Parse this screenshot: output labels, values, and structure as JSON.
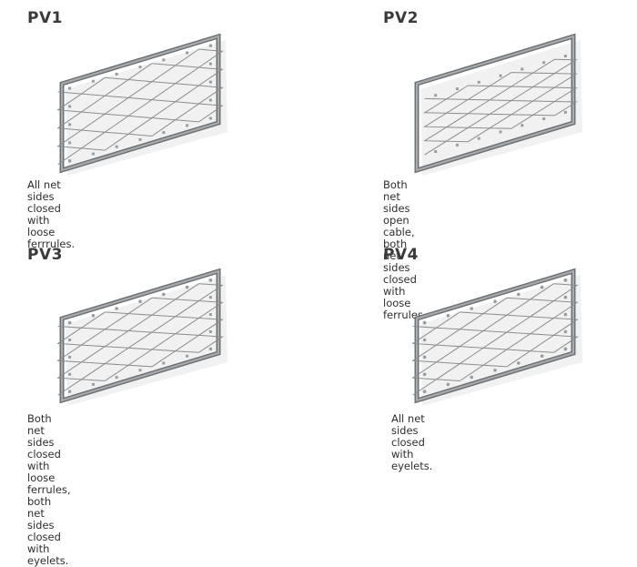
{
  "panels": [
    {
      "title": "PV1",
      "caption": "All net sides closed with loose\nferrrules.",
      "variant": "closed-loose-ferrules",
      "icon": "mesh-panel-icon"
    },
    {
      "title": "PV2",
      "caption": "Both net sides open cable,\nboth net sides closed with loose\nferrules.",
      "variant": "open-cable-and-ferrules",
      "icon": "mesh-panel-icon"
    },
    {
      "title": "PV3",
      "caption": "Both net sides closed with loose\nferrules, both net sides closed with\neyelets.",
      "variant": "ferrules-and-eyelets",
      "icon": "mesh-panel-icon"
    },
    {
      "title": "PV4",
      "caption": "All net sides closed with eyelets.",
      "variant": "all-eyelets",
      "icon": "mesh-panel-icon"
    }
  ]
}
